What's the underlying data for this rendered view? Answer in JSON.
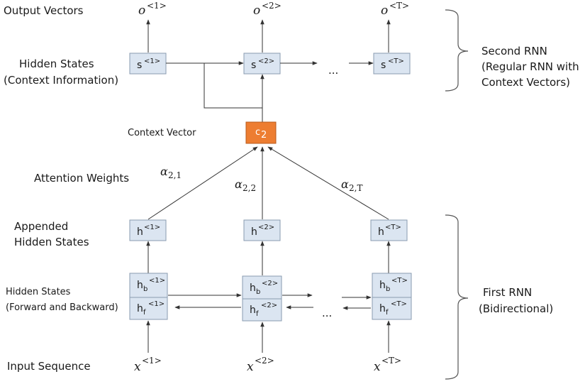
{
  "labels": {
    "output_vectors": "Output Vectors",
    "hidden_states_top_1": "Hidden States",
    "hidden_states_top_2": "(Context Information)",
    "context_vector": "Context Vector",
    "attention_weights": "Attention Weights",
    "appended_1": "Appended",
    "appended_2": "Hidden States",
    "hidden_fb_1": "Hidden States",
    "hidden_fb_2": "(Forward and Backward)",
    "input_sequence": "Input Sequence"
  },
  "braces": {
    "second_rnn": [
      "Second RNN",
      "(Regular RNN with",
      "Context Vectors)"
    ],
    "first_rnn": [
      "First RNN",
      "(Bidirectional)"
    ]
  },
  "ellipsis": "...",
  "outputs": [
    {
      "base": "o",
      "sup": "<1>"
    },
    {
      "base": "o",
      "sup": "<2>"
    },
    {
      "base": "o",
      "sup": "<T>"
    }
  ],
  "s_states": [
    {
      "base": "s",
      "sup": "<1>"
    },
    {
      "base": "s",
      "sup": "<2>"
    },
    {
      "base": "s",
      "sup": "<T>"
    }
  ],
  "context": {
    "base": "c",
    "sub": "2"
  },
  "attention": [
    {
      "base": "α",
      "sub": "2,1"
    },
    {
      "base": "α",
      "sub": "2,2"
    },
    {
      "base": "α",
      "sub": "2,T"
    }
  ],
  "h_states": [
    {
      "base": "h",
      "sup": "<1>"
    },
    {
      "base": "h",
      "sup": "<2>"
    },
    {
      "base": "h",
      "sup": "<T>"
    }
  ],
  "hb_states": [
    {
      "base": "h",
      "sub": "b",
      "sup": "<1>"
    },
    {
      "base": "h",
      "sub": "b",
      "sup": "<2>"
    },
    {
      "base": "h",
      "sub": "b",
      "sup": "<T>"
    }
  ],
  "hf_states": [
    {
      "base": "h",
      "sub": "f",
      "sup": "<1>"
    },
    {
      "base": "h",
      "sub": "f",
      "sup": "<2>"
    },
    {
      "base": "h",
      "sub": "f",
      "sup": "<T>"
    }
  ],
  "inputs": [
    {
      "base": "x",
      "sup": "<1>"
    },
    {
      "base": "x",
      "sup": "<2>"
    },
    {
      "base": "x",
      "sup": "<T>"
    }
  ],
  "colors": {
    "box_fill": "#dbe5f1",
    "box_stroke": "#8a9bb0",
    "context_fill": "#ed7d31"
  }
}
